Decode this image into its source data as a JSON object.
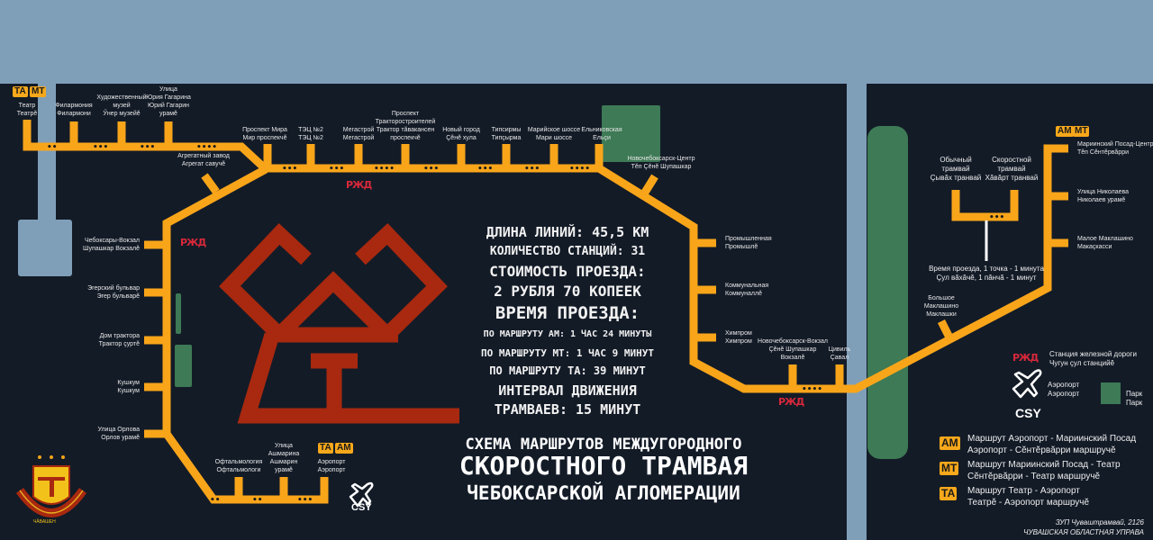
{
  "colors": {
    "track": "#f9a51a",
    "river": "#7f9fb9",
    "park": "#3d7a55",
    "background": "#131b27",
    "emblem": "#a8290f",
    "rzd": "#d8283a"
  },
  "stations": [
    {
      "id": "teatr",
      "lines": [
        "Театр",
        "Театрĕ"
      ]
    },
    {
      "id": "filarmonia",
      "lines": [
        "Филармония",
        "Филармони"
      ]
    },
    {
      "id": "muzey",
      "lines": [
        "Художественный",
        "музей",
        "Ӳнер музейĕ"
      ]
    },
    {
      "id": "gagarina",
      "lines": [
        "Улица",
        "Юрия Гагарина",
        "Юрий Гагарин",
        "урамĕ"
      ]
    },
    {
      "id": "agregat",
      "lines": [
        "Агрегатный завод",
        "Агрегат савучĕ"
      ]
    },
    {
      "id": "mira",
      "lines": [
        "Проспект Мира",
        "Мир проспекчĕ"
      ]
    },
    {
      "id": "tec",
      "lines": [
        "ТЭЦ №2",
        "ТЭЦ №2"
      ]
    },
    {
      "id": "megastroy",
      "lines": [
        "Мегастрой",
        "Мегастрой"
      ]
    },
    {
      "id": "traktor",
      "lines": [
        "Проспект",
        "Тракторостроителей",
        "Трактор тăвакансен",
        "проспекчĕ"
      ]
    },
    {
      "id": "novgorod",
      "lines": [
        "Новый город",
        "Çĕнĕ хула"
      ]
    },
    {
      "id": "tipsirmy",
      "lines": [
        "Типсирмы",
        "Типçырма"
      ]
    },
    {
      "id": "mariy",
      "lines": [
        "Марийское шоссе",
        "Мари шоссе"
      ]
    },
    {
      "id": "elnik",
      "lines": [
        "Ельниковская",
        "Ельçи"
      ]
    },
    {
      "id": "novcentr",
      "lines": [
        "Новочебоксарск-Центр",
        "Тĕп Çĕнĕ Шупашкар"
      ]
    },
    {
      "id": "prom",
      "lines": [
        "Промышленная",
        "Промышлĕ"
      ]
    },
    {
      "id": "kommun",
      "lines": [
        "Коммунальная",
        "Коммуналлĕ"
      ]
    },
    {
      "id": "himprom",
      "lines": [
        "Химпром",
        "Химпром"
      ]
    },
    {
      "id": "novvokzal",
      "lines": [
        "Новочебоксарск-Вокзал",
        "Çĕнĕ Шупашкар",
        "Вокзалĕ"
      ]
    },
    {
      "id": "tsivil",
      "lines": [
        "Цивиль",
        "Çавал"
      ]
    },
    {
      "id": "bmakl",
      "lines": [
        "Большое",
        "Маклашино",
        "Маклашки"
      ]
    },
    {
      "id": "mposad",
      "lines": [
        "Мариинский Посад-Центр",
        "Тĕп Сĕнтĕрвăрри"
      ]
    },
    {
      "id": "nikolaeva",
      "lines": [
        "Улица Николаева",
        "Николаев урамĕ"
      ]
    },
    {
      "id": "mmakl",
      "lines": [
        "Малое Маклашино",
        "Макаçкасси"
      ]
    },
    {
      "id": "vokzal",
      "lines": [
        "Чебоксары-Вокзал",
        "Шупашкар Вокзалĕ"
      ]
    },
    {
      "id": "egersky",
      "lines": [
        "Эгерский бульвар",
        "Эгер бульварĕ"
      ]
    },
    {
      "id": "domtraktora",
      "lines": [
        "Дом трактора",
        "Трактор çуртĕ"
      ]
    },
    {
      "id": "kushkum",
      "lines": [
        "Кушкум",
        "Кушкум"
      ]
    },
    {
      "id": "orlova",
      "lines": [
        "Улица Орлова",
        "Орлов урамĕ"
      ]
    },
    {
      "id": "oftalm",
      "lines": [
        "Офтальмология",
        "Офтальмологи"
      ]
    },
    {
      "id": "ashmarina",
      "lines": [
        "Улица",
        "Ашмарина",
        "Ашмарин",
        "урамĕ"
      ]
    },
    {
      "id": "aeroport",
      "lines": [
        "Аэропорт",
        "Аэропорт"
      ]
    }
  ],
  "route_badges": {
    "ta": "ТА",
    "mt": "МТ",
    "am": "АМ"
  },
  "rzd_mark": "РЖД",
  "airport_code": "CSY",
  "info": {
    "length": "Длина линий: 45,5 км",
    "stations": "Количество станций: 31",
    "fare_label": "Стоимость проезда:",
    "fare": "2 рубля 70 копеек",
    "time_label": "Время проезда:",
    "am": "По маршруту АМ: 1 час 24 минуты",
    "mt": "По маршруту МТ: 1 час 9 минут",
    "ta": "По маршруту ТА: 39 минут",
    "interval1": "Интервал движения",
    "interval2": "трамваев: 15 минут"
  },
  "title": {
    "line1": "Схема маршрутов междугородного",
    "line2": "скоростного трамвая",
    "line3": "Чебоксарской агломерации"
  },
  "legend": {
    "regular": [
      "Обычный",
      "трамвай",
      "Çывăх транвай"
    ],
    "express": [
      "Скоростной",
      "трамвай",
      "Хăвăрт транвай"
    ],
    "time": [
      "Время проезда, 1 точка - 1 минута",
      "Çул вăхăчĕ, 1 пăнчă - 1 минут"
    ],
    "rail": [
      "Станция железной дороги",
      "Чугун çул станцийĕ"
    ],
    "airport": [
      "Аэропорт",
      "Аэропорт"
    ],
    "park": [
      "Парк",
      "Парк"
    ],
    "routes": [
      {
        "badge": "АМ",
        "lines": [
          "Маршрут Аэропорт - Мариинский Посад",
          "Аэропорт - Сĕнтĕрвăрри маршручĕ"
        ]
      },
      {
        "badge": "МТ",
        "lines": [
          "Маршрут Мариинский Посад - Театр",
          "Сĕнтĕрвăрри - Театр маршручĕ"
        ]
      },
      {
        "badge": "ТА",
        "lines": [
          "Маршрут Театр - Аэропорт",
          "Театрĕ - Аэропорт маршручĕ"
        ]
      }
    ]
  },
  "footer": {
    "line1": "ЗУП Чуваштрамвай, 2126",
    "line2": "ЧУВАШСКАЯ ОБЛАСТНАЯ УПРАВА"
  },
  "emblem_text": "ЧĂВАШЕН"
}
